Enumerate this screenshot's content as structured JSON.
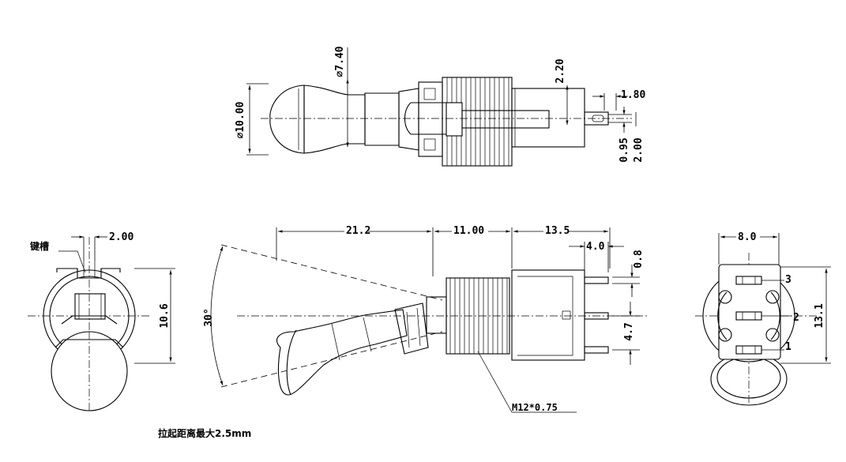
{
  "drawing": {
    "top_view": {
      "dia_10": "⌀10.00",
      "dia_7_4": "⌀7.40",
      "d_2_20": "2.20",
      "d_1_80": "1.80",
      "d_0_95": "0.95",
      "d_2_00": "2.00"
    },
    "left_view": {
      "slot_label": "键槽",
      "d_2_00": "2.00",
      "d_10_6": "10.6",
      "note": "拉起距离最大2.5mm"
    },
    "side_view": {
      "d_21_2": "21.2",
      "d_11_00": "11.00",
      "d_13_5": "13.5",
      "d_4_0": "4.0",
      "d_0_8": "0.8",
      "d_4_7": "4.7",
      "angle": "30°",
      "thread": "M12*0.75"
    },
    "right_view": {
      "d_8_0": "8.0",
      "d_13_1": "13.1",
      "pin_1": "1",
      "pin_2": "2",
      "pin_3": "3"
    }
  }
}
